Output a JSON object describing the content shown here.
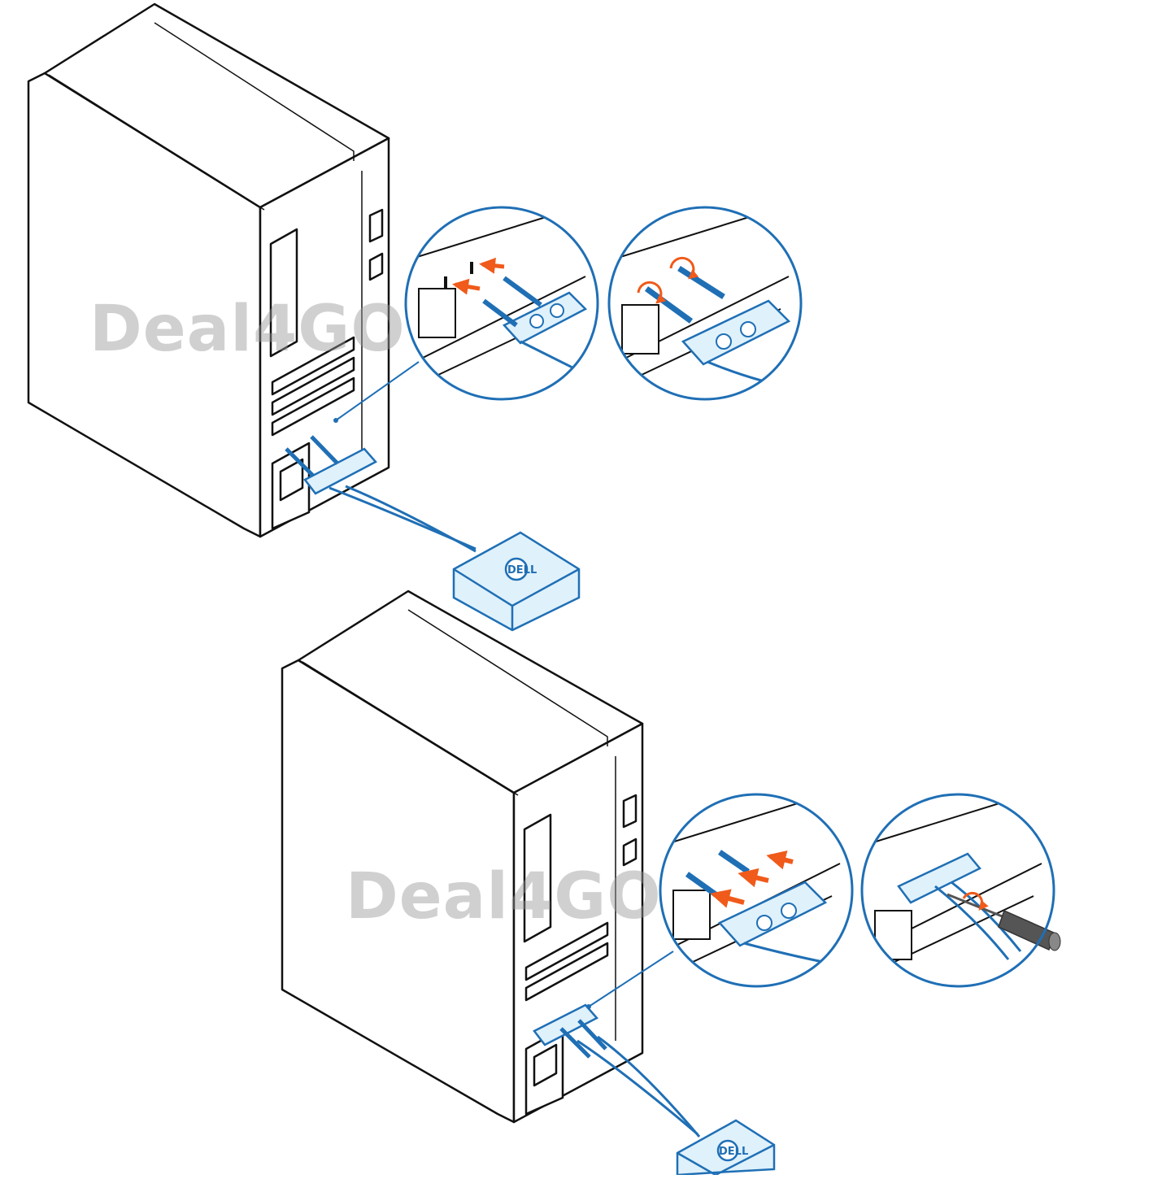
{
  "watermarks": [
    "Deal4GO",
    "Deal4GO"
  ],
  "logo_text": "DELL",
  "colors": {
    "line": "#111111",
    "accent_blue": "#1f6fb5",
    "antenna_fill": "#dff1fb",
    "arrow_orange": "#f05a1a",
    "screwdriver": "#555555"
  }
}
